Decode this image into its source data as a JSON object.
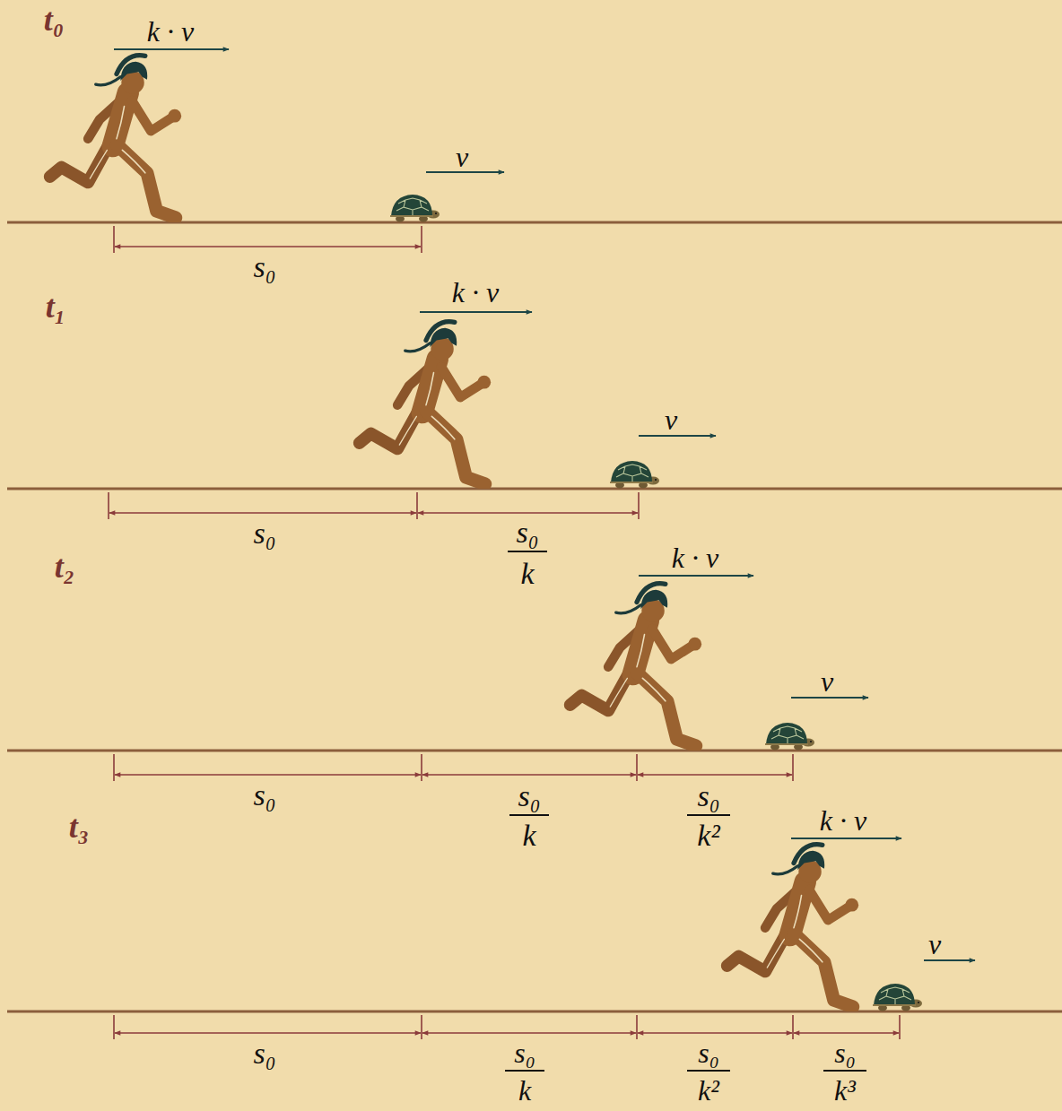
{
  "diagram": {
    "labels": [
      "t₀",
      "k · v",
      "v",
      "s₀",
      "t₁",
      "k · v",
      "v",
      "s₀",
      "s₀",
      "k",
      "t₂",
      "k · v",
      "v",
      "s₀",
      "s₀",
      "k",
      "s₀",
      "k²",
      "t₃",
      "k · v",
      "v",
      "s₀",
      "s₀",
      "k",
      "s₀",
      "k²",
      "s₀",
      "k³"
    ]
  }
}
